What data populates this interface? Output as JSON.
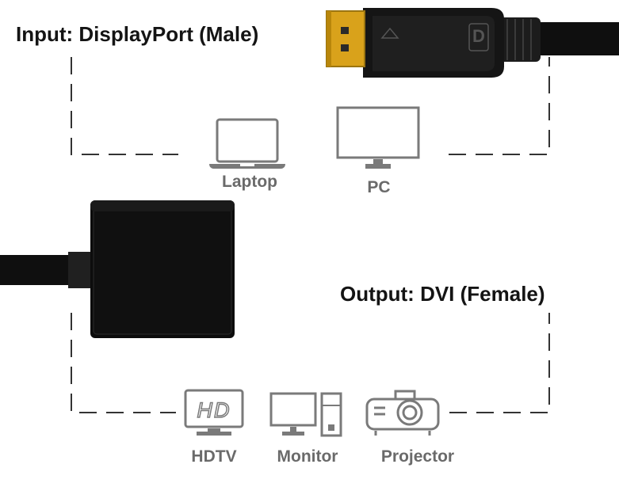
{
  "input": {
    "title": "Input: DisplayPort (Male)",
    "devices": [
      {
        "label": "Laptop",
        "icon": "laptop-icon"
      },
      {
        "label": "PC",
        "icon": "pc-monitor-icon"
      }
    ]
  },
  "output": {
    "title": "Output: DVI (Female)",
    "devices": [
      {
        "label": "HDTV",
        "icon": "hdtv-icon"
      },
      {
        "label": "Monitor",
        "icon": "monitor-tower-icon"
      },
      {
        "label": "Projector",
        "icon": "projector-icon"
      }
    ]
  },
  "hdtv_badge_text": "HD",
  "dp_logo_text": "D",
  "colors": {
    "heading": "#141414",
    "label": "#6a6a6a",
    "icon": "#7a7a7a",
    "dash": "#333333",
    "connector_gold": "#d9a21b",
    "cable": "#111111"
  }
}
